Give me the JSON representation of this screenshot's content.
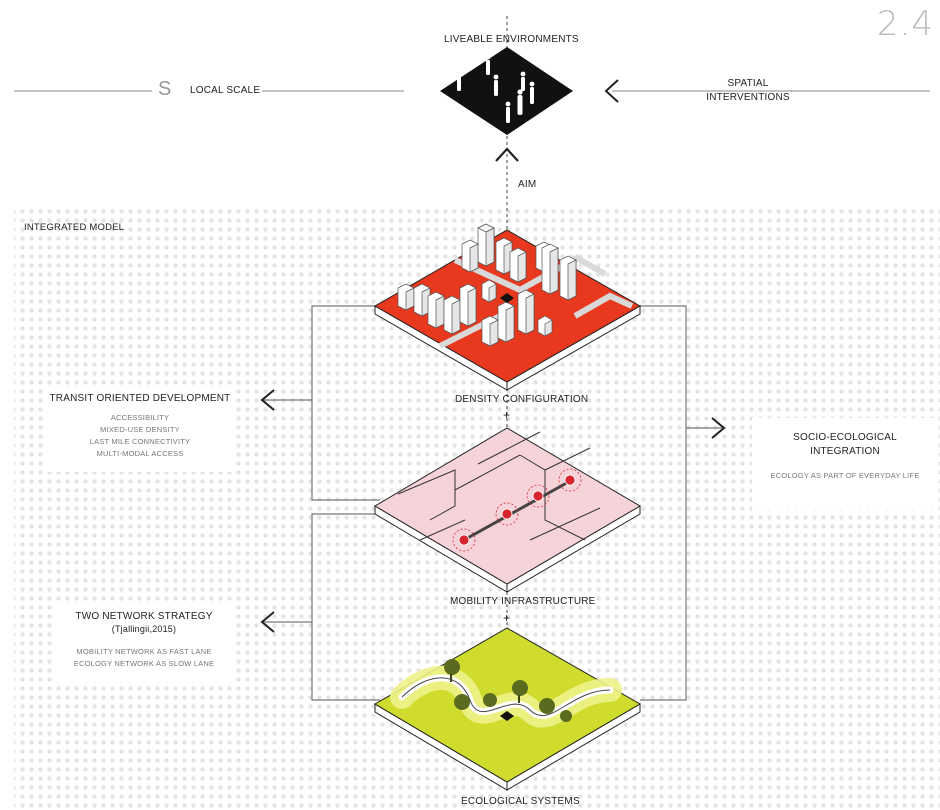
{
  "page_number": "2.4",
  "top": {
    "aim_title": "LIVEABLE ENVIRONMENTS",
    "scale_symbol": "S",
    "scale_label": "LOCAL SCALE",
    "spatial_line1": "SPATIAL",
    "spatial_line2": "INTERVENTIONS",
    "aim_label": "AIM"
  },
  "model_title": "INTEGRATED  MODEL",
  "layers": {
    "density": "DENSITY CONFIGURATION",
    "mobility": "MOBILITY INFRASTRUCTURE",
    "ecology": "ECOLOGICAL SYSTEMS",
    "plus": "+"
  },
  "tod": {
    "title": "TRANSIT ORIENTED DEVELOPMENT",
    "items": [
      "ACCESSIBILITY",
      "MIXED-USE DENSITY",
      "LAST MILE CONNECTIVITY",
      "MULTI-MODAL ACCESS"
    ]
  },
  "socio": {
    "title_line1": "SOCIO-ECOLOGICAL",
    "title_line2": "INTEGRATION",
    "subtitle": "ECOLOGY AS PART OF EVERYDAY LIFE"
  },
  "network": {
    "title": "TWO NETWORK STRATEGY",
    "citation": "(Tjallingii,2015)",
    "items": [
      "MOBILITY  NETWORK AS FAST LANE",
      "ECOLOGY NETWORK AS SLOW LANE"
    ]
  },
  "colors": {
    "density_plate": "#e8391e",
    "mobility_plate": "#f6d3d9",
    "ecology_plate": "#cfdc2e",
    "node": "#d8242c",
    "aim_diamond": "#111111"
  }
}
